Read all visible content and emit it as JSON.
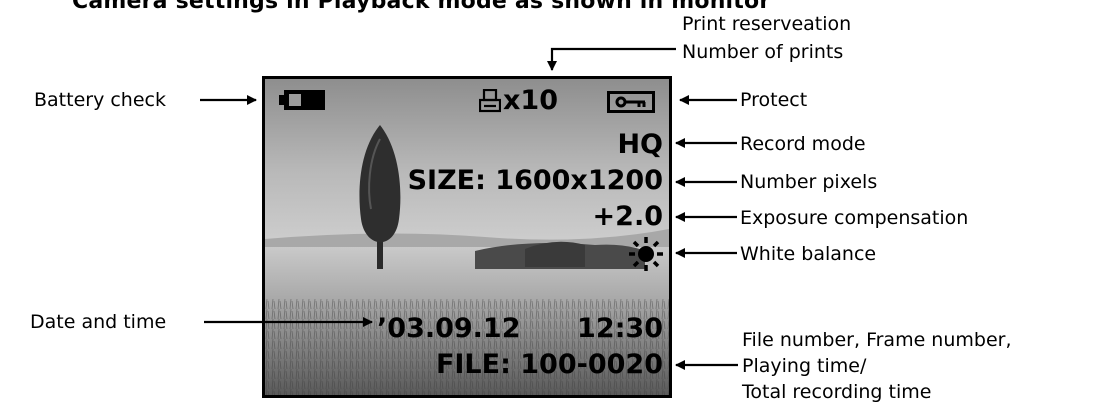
{
  "heading": "Camera settings in Playback mode as shown in monitor",
  "labels": {
    "print_line1": "Print reserveation",
    "print_line2": "Number of prints",
    "battery": "Battery check",
    "protect": "Protect",
    "record_mode": "Record mode",
    "number_pixels": "Number pixels",
    "exposure": "Exposure compensation",
    "white_balance": "White balance",
    "date_time": "Date and time",
    "file_line1": "File number, Frame number,",
    "file_line2": "Playing time/",
    "file_line3": "Total recording time"
  },
  "screen": {
    "print_count": "x10",
    "record_mode": "HQ",
    "size": "SIZE: 1600x1200",
    "exposure": "+2.0",
    "date": "’03.09.12",
    "time": "12:30",
    "file": "FILE: 100-0020"
  },
  "icons": {
    "battery": "battery-icon",
    "print": "printer-icon",
    "protect": "key-icon",
    "white_balance": "sun-icon"
  }
}
